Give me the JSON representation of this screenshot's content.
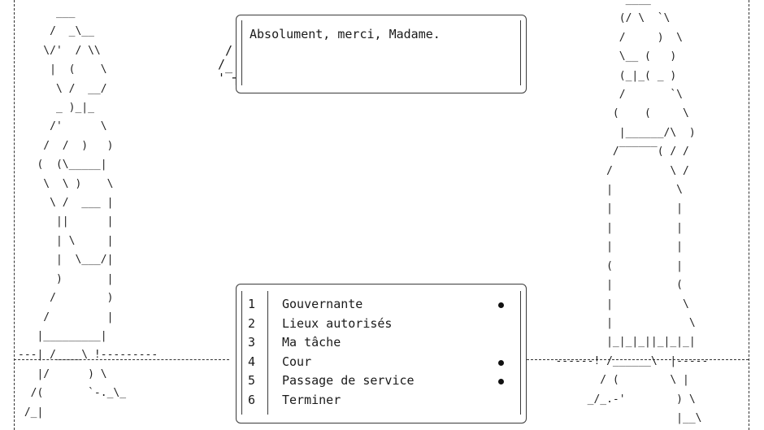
{
  "dialogue": {
    "text": "Absolument, merci, Madame."
  },
  "scene": {
    "character_left_art": "      ___\n     /  _\\__\n    \\/'  / \\\\\n     |  (    \\\n      \\ /  __/\n      _ )_|_\n     /'      \\\n    /  /  )   )\n   (  (\\_____|\n    \\  \\ )    \\\n     \\ /  ___ |\n      ||      |\n      | \\     |\n      |  \\___/|\n      )       |\n     /        )\n    /         |\n   |_________|\n---| /____\\ !---------\n   |/      ) \\\n  /(       `-._\\_\n /_|",
    "character_right_art": "              ____\n             (/ \\  `\\\n             /     )  \\\n             \\__ (   )\n             (_|_( _ )\n             /       `\\\n            (    (     \\\n             |______/\\  )\n            /‾‾‾‾‾‾( / /\n           /         \\ /\n           |          \\\n           |          |\n           |          |\n           |          |\n           (          |\n           |          (\n           |           \\\n           |            \\\n           |_|_|_||_|_|_|\n   ------! /______\\  |-----\n          / (        \\ |\n        _/_.-'        ) \\\n                      |__\\"
  },
  "menu": {
    "items": [
      {
        "number": "1",
        "label": "Gouvernante",
        "marked": true
      },
      {
        "number": "2",
        "label": "Lieux autorisés",
        "marked": false
      },
      {
        "number": "3",
        "label": "Ma tâche",
        "marked": false
      },
      {
        "number": "4",
        "label": "Cour",
        "marked": true
      },
      {
        "number": "5",
        "label": "Passage de service",
        "marked": true
      },
      {
        "number": "6",
        "label": "Terminer",
        "marked": false
      }
    ]
  },
  "colors": {
    "ink": "#1a1a1a",
    "background": "#ffffff"
  }
}
